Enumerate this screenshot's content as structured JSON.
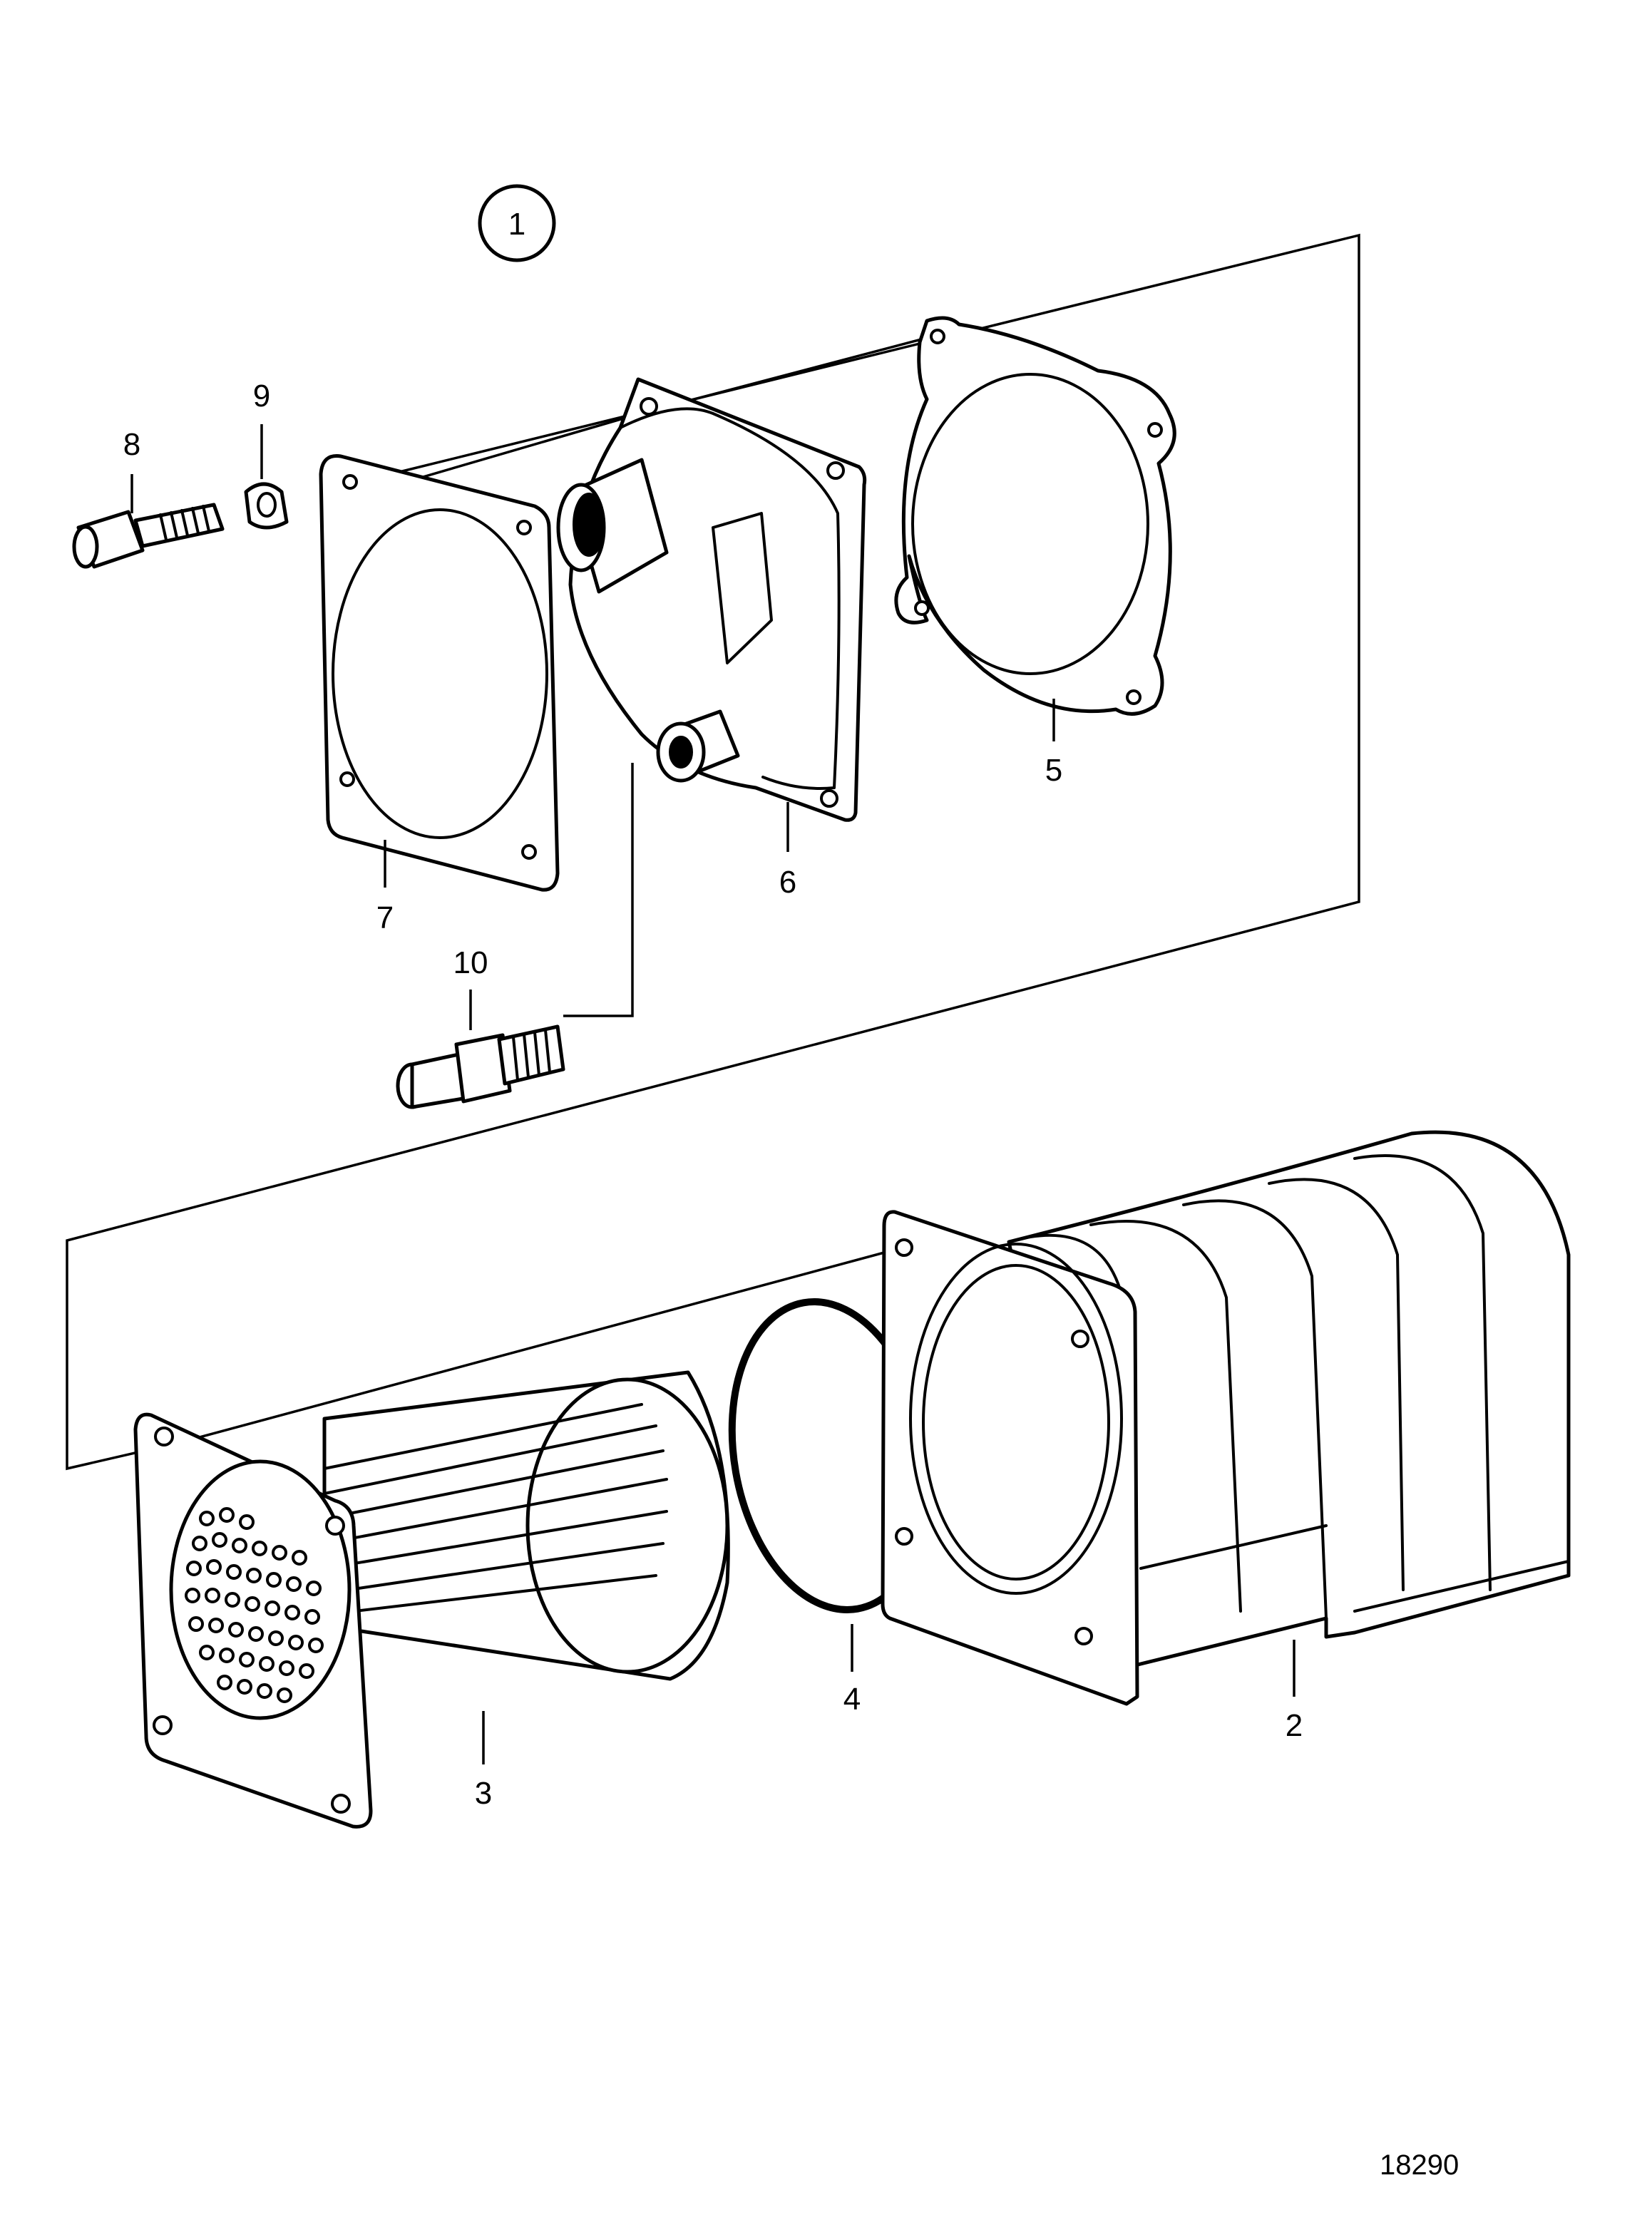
{
  "diagram": {
    "group_number": "1",
    "drawing_number": "18290",
    "callouts": {
      "c2": "2",
      "c3": "3",
      "c4": "4",
      "c5": "5",
      "c6": "6",
      "c7": "7",
      "c8": "8",
      "c9": "9",
      "c10": "10"
    },
    "line_color": "#000000",
    "background_color": "#ffffff"
  }
}
